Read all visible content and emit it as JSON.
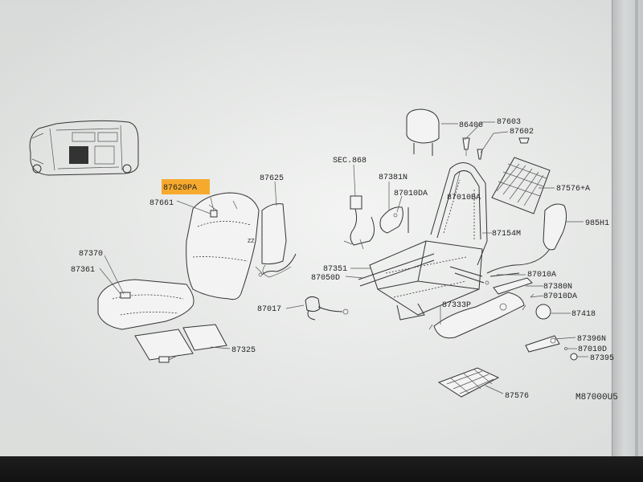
{
  "diagram": {
    "code": "M87000U5",
    "highlight_color": "#f5a623",
    "labels": {
      "p86400": "86400",
      "p87603": "87603",
      "p87602": "87602",
      "sec868": "SEC.868",
      "p87381N": "87381N",
      "p87010DA_1": "87010DA",
      "p87010BA": "87010BA",
      "p87576A": "87576+A",
      "p985H1": "985H1",
      "p87154M": "87154M",
      "p87620PA": "87620PA",
      "p87625": "87625",
      "p87661": "87661",
      "p87370": "87370",
      "p87361": "87361",
      "p87351": "87351",
      "p87050D": "87050D",
      "p87010A": "87010A",
      "p87380N": "87380N",
      "p87010DA_2": "87010DA",
      "p87017": "87017",
      "p87333P": "87333P",
      "p87418": "87418",
      "p87396N": "87396N",
      "p87010D": "87010D",
      "p87395": "87395",
      "p87325": "87325",
      "p87576": "87576"
    }
  }
}
